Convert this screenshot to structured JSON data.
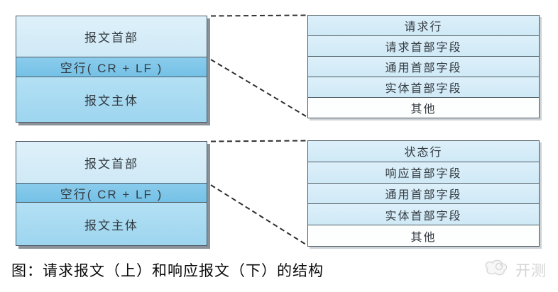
{
  "palette": {
    "header_section_fill": "#d7eef9",
    "blank_line_fill": "#7fc6e9",
    "body_section_fill": "#a8daf1",
    "field_row_fill": "#d7eef9",
    "other_row_fill": "#fdfefe",
    "box_border": "#4e5a63",
    "left_box_shadow": "#8b9299",
    "right_box_shadow": "#ccd2d6",
    "dashed_connector": "#2f2f2f",
    "box_text": "#333a40",
    "caption_text": "#0a0a0a",
    "watermark_text": "#d4d4d4"
  },
  "request_diagram": {
    "left_sections": [
      "报文首部",
      "空行( CR + LF )",
      "报文主体"
    ],
    "right_rows": [
      "请求行",
      "请求首部字段",
      "通用首部字段",
      "实体首部字段",
      "其他"
    ]
  },
  "response_diagram": {
    "left_sections": [
      "报文首部",
      "空行( CR + LF )",
      "报文主体"
    ],
    "right_rows": [
      "状态行",
      "响应首部字段",
      "通用首部字段",
      "实体首部字段",
      "其他"
    ]
  },
  "caption": "图：请求报文（上）和响应报文（下）的结构",
  "watermark": {
    "icon": "kaice-logo",
    "label": "开测"
  }
}
